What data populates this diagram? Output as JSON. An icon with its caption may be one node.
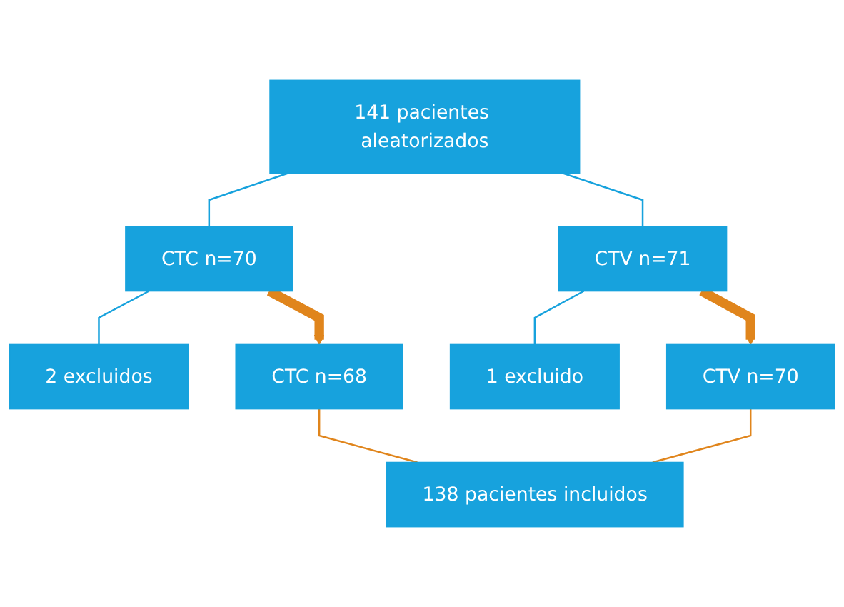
{
  "diagram": {
    "nodes": [
      {
        "text": [
          "141 pacientes aleatorizados"
        ]
      },
      {
        "text": [
          "CTC n=70"
        ]
      },
      {
        "text": [
          "CTV n=71"
        ]
      },
      {
        "text": [
          "2 excluidos"
        ]
      },
      {
        "text": [
          "1 excluido"
        ]
      },
      {
        "text": [
          "CTC n=68"
        ]
      },
      {
        "text": [
          "CTV n=70"
        ]
      },
      {
        "text": [
          "138 pacientes incluidos"
        ]
      }
    ],
    "edges": [
      {
        "from": 0,
        "to": 1,
        "arrow": "none"
      },
      {
        "from": 0,
        "to": 2,
        "arrow": "none"
      },
      {
        "from": 1,
        "to": 3,
        "arrow": "none"
      },
      {
        "from": 2,
        "to": 4,
        "arrow": "none"
      },
      {
        "from": 1,
        "to": 5,
        "arrow": "to",
        "style": "thick",
        "color": "#e0851c"
      },
      {
        "from": 2,
        "to": 6,
        "arrow": "to",
        "style": "thick",
        "color": "#e0851c"
      },
      {
        "from": 5,
        "to": 7,
        "arrow": "none",
        "color": "#e0851c"
      },
      {
        "from": 6,
        "to": 7,
        "arrow": "none",
        "color": "#e0851c"
      }
    ]
  }
}
